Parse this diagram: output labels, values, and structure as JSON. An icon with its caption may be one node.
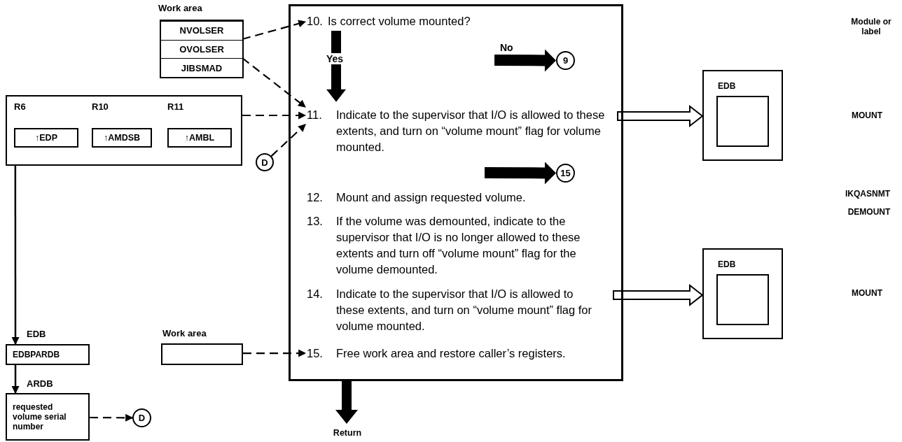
{
  "diagram": {
    "nodes": [
      {
        "text": [
          "Work area"
        ]
      },
      {
        "text": [
          "NVOLSER"
        ],
        "in": 0
      },
      {
        "text": [
          "OVOLSER"
        ],
        "in": 0
      },
      {
        "text": [
          "JIBSMAD"
        ],
        "in": 0
      },
      {
        "text": [],
        "shape": "box"
      },
      {
        "text": [
          "R6",
          "↑EDP"
        ],
        "in": 4
      },
      {
        "text": [
          "R10",
          "↑AMDSB"
        ],
        "in": 4
      },
      {
        "text": [
          "R11",
          "↑AMBL"
        ],
        "in": 4
      },
      {
        "text": [
          "D"
        ]
      },
      {
        "text": [],
        "shape": "box"
      },
      {
        "text": [
          "10.",
          "Is correct volume mounted?"
        ],
        "in": 9
      },
      {
        "text": [
          "9"
        ],
        "in": 9
      },
      {
        "text": [
          "11.",
          "Indicate to the supervisor that I/O is allowed to these extents, and turn on “volume mount” flag for volume mounted."
        ],
        "in": 9
      },
      {
        "text": [
          "15"
        ],
        "in": 9
      },
      {
        "text": [
          "12.",
          "Mount and assign requested volume."
        ],
        "in": 9
      },
      {
        "text": [
          "13.",
          "If the volume was demounted, indicate to the supervisor that I/O is no longer allowed to these extents and turn off “volume mount” flag for the volume demounted."
        ],
        "in": 9
      },
      {
        "text": [
          "14.",
          "Indicate to the supervisor that I/O is allowed to these extents, and turn on “volume mount” flag for volume mounted."
        ],
        "in": 9
      },
      {
        "text": [
          "15.",
          "Free work area and restore caller’s registers."
        ],
        "in": 9
      },
      {
        "text": [
          "Return"
        ]
      },
      {
        "text": [
          "EDB"
        ]
      },
      {
        "text": [],
        "shape": "box",
        "in": 19
      },
      {
        "text": [
          "EDB"
        ]
      },
      {
        "text": [],
        "shape": "box",
        "in": 21
      },
      {
        "text": [
          "EDB",
          "EDBPARDB"
        ]
      },
      {
        "text": [
          "ARDB",
          "requested volume serial number"
        ]
      },
      {
        "text": [
          "D"
        ]
      },
      {
        "text": [
          "Work area"
        ]
      }
    ],
    "edges": [
      {
        "from": 1,
        "to": 10,
        "arrow": "to",
        "style": "dashed"
      },
      {
        "from": 2,
        "to": 12,
        "arrow": "to",
        "style": "dashed"
      },
      {
        "from": 4,
        "to": 12,
        "arrow": "to",
        "style": "dashed"
      },
      {
        "from": 8,
        "to": 12,
        "arrow": "to",
        "style": "dashed"
      },
      {
        "from": 10,
        "to": 12,
        "arrow": "to",
        "style": "thick",
        "label": "Yes"
      },
      {
        "from": 10,
        "to": 11,
        "arrow": "to",
        "style": "thick",
        "label": "No"
      },
      {
        "from": 12,
        "to": 13,
        "arrow": "to",
        "style": "thick"
      },
      {
        "from": 12,
        "to": 19,
        "arrow": "to",
        "style": "thick"
      },
      {
        "from": 16,
        "to": 21,
        "arrow": "to",
        "style": "thick"
      },
      {
        "from": 17,
        "to": 18,
        "arrow": "to",
        "style": "thick"
      },
      {
        "from": 4,
        "to": 23,
        "arrow": "to"
      },
      {
        "from": 23,
        "to": 24,
        "arrow": "to"
      },
      {
        "from": 24,
        "to": 25,
        "arrow": "to",
        "style": "dashed"
      },
      {
        "from": 26,
        "to": 17,
        "arrow": "to",
        "style": "dashed"
      }
    ],
    "labels": [
      "Module or label",
      "MOUNT",
      "IKQASNMT",
      "DEMOUNT",
      "MOUNT"
    ]
  }
}
